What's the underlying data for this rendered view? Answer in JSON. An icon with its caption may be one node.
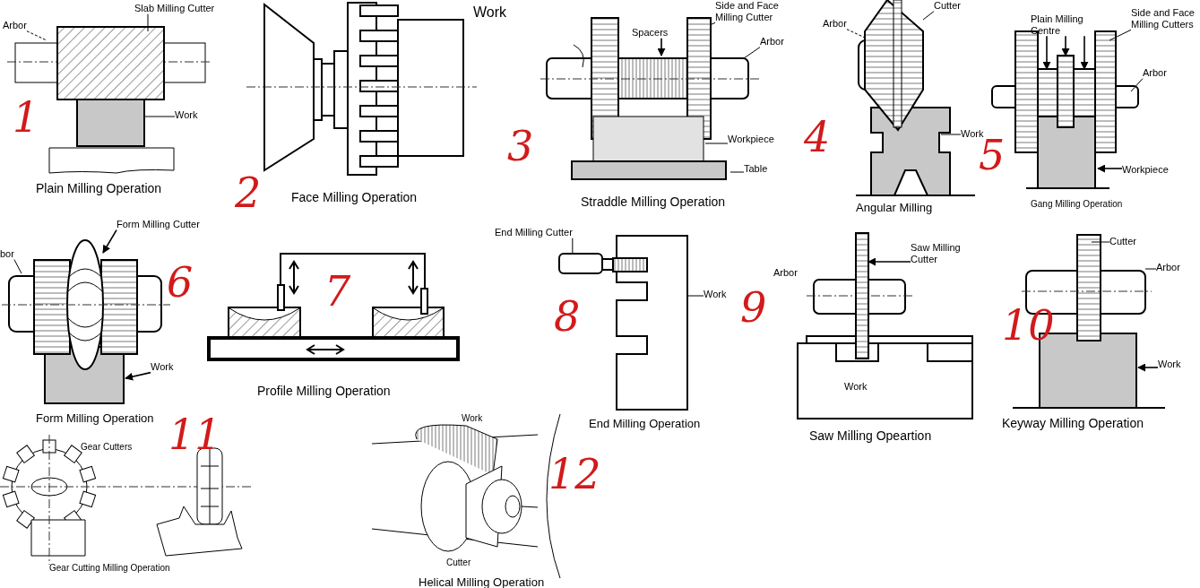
{
  "diagram": {
    "nodes": [
      {
        "text": [
          "Slab Milling Cutter"
        ]
      },
      {
        "text": [
          "Arbor"
        ]
      },
      {
        "text": [
          "Work"
        ]
      },
      {
        "text": [
          "Side and Face Milling Cutter"
        ]
      },
      {
        "text": [
          "Spacers"
        ]
      },
      {
        "text": [
          "Arbor"
        ]
      },
      {
        "text": [
          "Workpiece"
        ]
      },
      {
        "text": [
          "Table"
        ]
      },
      {
        "text": [
          "Cutter"
        ]
      },
      {
        "text": [
          "Arbor"
        ]
      },
      {
        "text": [
          "Work"
        ]
      },
      {
        "text": [
          "Plain Milling Centre"
        ]
      },
      {
        "text": [
          "Side and Face Milling Cutters"
        ]
      },
      {
        "text": [
          "Arbor"
        ]
      },
      {
        "text": [
          "Workpiece"
        ]
      },
      {
        "text": [
          "bor"
        ]
      },
      {
        "text": [
          "Form Milling Cutter"
        ]
      },
      {
        "text": [
          "Work"
        ]
      },
      {
        "text": [
          "End Milling Cutter"
        ]
      },
      {
        "text": [
          "Work"
        ]
      },
      {
        "text": [
          "Saw Milling Cutter"
        ]
      },
      {
        "text": [
          "Cutter"
        ]
      },
      {
        "text": [
          "Arbor"
        ]
      },
      {
        "text": [
          "Work"
        ]
      },
      {
        "text": [],
        "shape": "picture"
      },
      {
        "text": [],
        "shape": "picture"
      },
      {
        "text": [],
        "shape": "picture"
      }
    ],
    "edges": [
      {
        "from": 0,
        "to": null,
        "arrow": "none"
      },
      {
        "from": 1,
        "to": null,
        "arrow": "none",
        "style": "dashed"
      },
      {
        "from": 2,
        "to": null,
        "arrow": "none"
      },
      {
        "from": 3,
        "to": null,
        "arrow": "none"
      },
      {
        "from": 4,
        "to": null,
        "arrow": "to"
      },
      {
        "from": 5,
        "to": null,
        "arrow": "none"
      },
      {
        "from": 6,
        "to": null,
        "arrow": "none"
      },
      {
        "from": 7,
        "to": null,
        "arrow": "none"
      },
      {
        "from": 8,
        "to": null,
        "arrow": "none"
      },
      {
        "from": 9,
        "to": null,
        "arrow": "none",
        "style": "dashed"
      },
      {
        "from": 10,
        "to": null,
        "arrow": "none"
      },
      {
        "from": 11,
        "to": null,
        "arrow": "to"
      },
      {
        "from": 11,
        "to": null,
        "arrow": "to"
      },
      {
        "from": 11,
        "to": null,
        "arrow": "to"
      },
      {
        "from": 12,
        "to": null,
        "arrow": "none"
      },
      {
        "from": 13,
        "to": null,
        "arrow": "none"
      },
      {
        "from": 14,
        "to": null,
        "arrow": "to"
      },
      {
        "from": 15,
        "to": null,
        "arrow": "none"
      },
      {
        "from": 16,
        "to": null,
        "arrow": "to"
      },
      {
        "from": 17,
        "to": null,
        "arrow": "to"
      },
      {
        "from": 18,
        "to": 24,
        "arrow": "none"
      },
      {
        "from": 19,
        "to": 26,
        "arrow": "none"
      },
      {
        "from": 20,
        "to": 25,
        "arrow": "to"
      },
      {
        "from": 21,
        "to": null,
        "arrow": "none"
      },
      {
        "from": 22,
        "to": null,
        "arrow": "none"
      },
      {
        "from": 23,
        "to": null,
        "arrow": "to"
      }
    ],
    "labels": [
      "Work",
      "1",
      "Plain Milling Operation",
      "2",
      "Face Milling Operation",
      "3",
      "Straddle Milling Operation",
      "4",
      "Angular Milling",
      "5",
      "Gang Milling Operation",
      "6",
      "7",
      "Arbor",
      "8",
      "9",
      "10",
      "Form Milling Operation",
      "Profile Milling Operation",
      "Work",
      "End Milling Operation",
      "Keyway Milling Operation",
      "Saw Milling Opeartion",
      "Gear Cutters",
      "11",
      "Work",
      "12",
      "Cutter",
      "Gear Cutting Milling Operation",
      "Helical Milling Operation"
    ]
  }
}
